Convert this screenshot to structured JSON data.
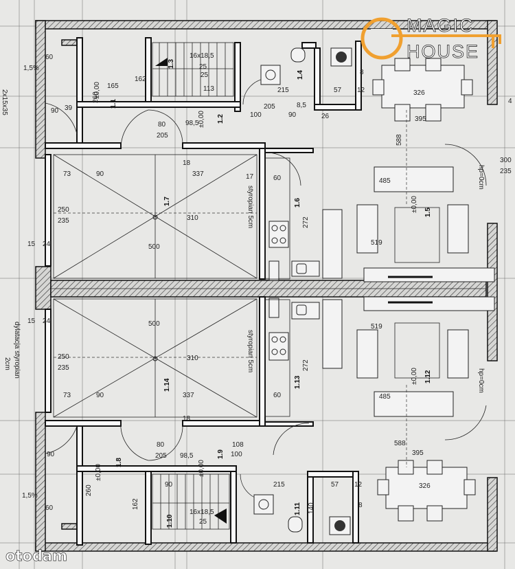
{
  "brand": {
    "line1": "MAGIC",
    "line2": "HOUSE",
    "accent_color": "#f0a030"
  },
  "watermark": "otodam",
  "rooms": {
    "r1_1": "1.1",
    "r1_2": "1.2",
    "r1_3": "1.3",
    "r1_4": "1.4",
    "r1_5": "1.5",
    "r1_6": "1.6",
    "r1_7": "1.7",
    "r1_8": "1.8",
    "r1_9": "1.9",
    "r1_10": "1.10",
    "r1_11": "1.11",
    "r1_12": "1.12",
    "r1_13": "1.13",
    "r1_14": "1.14"
  },
  "notes": {
    "styropian": "styropian 5cm",
    "dylatacja": "dylatacja styropian",
    "dylatacja_cm": "2cm",
    "hp": "hp=0cm",
    "level": "±0,00",
    "stairs": "16x18,5",
    "stairs_run": "25",
    "slope": "1,5%",
    "side_dim": "2x15x35"
  },
  "dims": {
    "d60": "60",
    "d90": "90",
    "d165": "165",
    "d162": "162",
    "d260": "260",
    "d80": "80",
    "d205": "205",
    "d98_5": "98,5",
    "d113": "113",
    "d215": "215",
    "d57": "57",
    "d12": "12",
    "d8": "8",
    "d326": "326",
    "d395": "395",
    "d588": "588",
    "d300": "300",
    "d235": "235",
    "d485": "485",
    "d519": "519",
    "d73": "73",
    "d250": "250",
    "d337": "337",
    "d18": "18",
    "d310": "310",
    "d500": "500",
    "d17": "17",
    "d272": "272",
    "d15": "15",
    "d24": "24",
    "d100": "100",
    "d108": "108",
    "d140": "140",
    "d39": "39",
    "d4": "4",
    "d205b": "205",
    "d26": "26",
    "d25": "25",
    "d8_5": "8,5"
  }
}
